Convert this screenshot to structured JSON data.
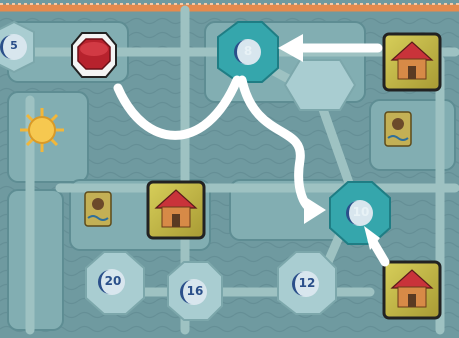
{
  "board": {
    "colors": {
      "background": "#6f9aa0",
      "border_orange": "#e58a4d",
      "path": "#9ec2c2",
      "hex_fill": "#a9cdd1",
      "hex_highlight": "#35a6ac",
      "arrow": "#ffffff",
      "moon_dark": "#2a4f8a",
      "moon_light": "#d8e6ee",
      "sun": "#f2b73a",
      "house_roof": "#c9333a",
      "house_wall": "#d78a47",
      "card_bg": "#c7bd45",
      "meeple": "#b7222d"
    },
    "spaces": [
      {
        "id": "left-edge",
        "value": "5"
      },
      {
        "id": "top-center",
        "value": "8"
      },
      {
        "id": "right-mid",
        "value": "10"
      },
      {
        "id": "bottom-1",
        "value": "20"
      },
      {
        "id": "bottom-2",
        "value": "16"
      },
      {
        "id": "bottom-3",
        "value": "12"
      }
    ],
    "tokens": {
      "player_piece": "red-octagon-meeple",
      "houses": [
        "house-top-right",
        "house-center",
        "house-bottom-right"
      ],
      "workers": [
        "worker-top-right",
        "worker-left"
      ]
    }
  }
}
